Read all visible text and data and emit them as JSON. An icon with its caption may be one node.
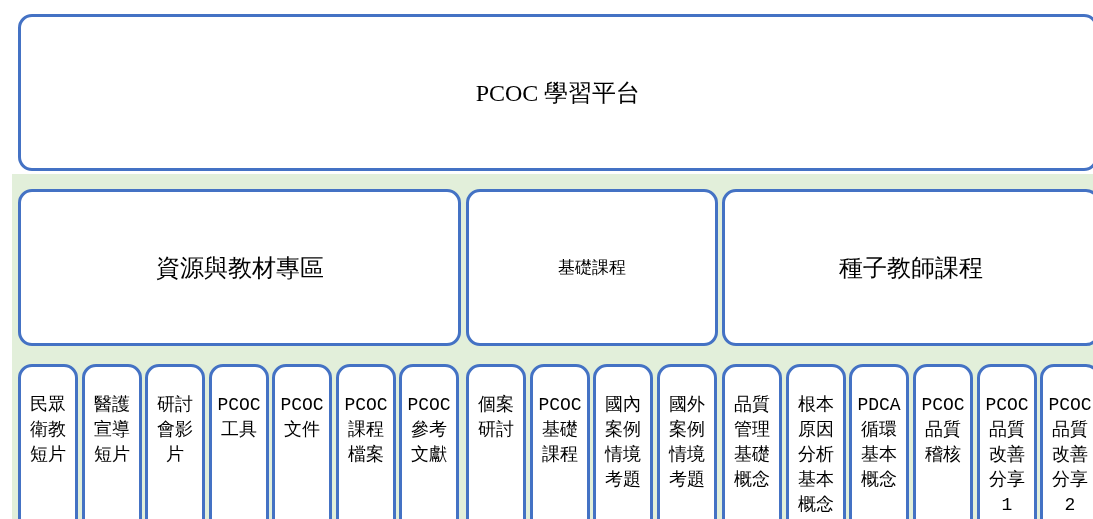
{
  "diagram": {
    "nodes": [
      {
        "text": [
          "PCOC 學習平台"
        ]
      },
      {
        "text": [
          "資源與教材專區"
        ]
      },
      {
        "text": [
          "基礎課程"
        ]
      },
      {
        "text": [
          "種子教師課程"
        ]
      },
      {
        "text": [
          "民眾衛教短片"
        ]
      },
      {
        "text": [
          "醫護宣導短片"
        ]
      },
      {
        "text": [
          "研討會影片"
        ]
      },
      {
        "text": [
          "PCOC工具"
        ]
      },
      {
        "text": [
          "PCOC文件"
        ]
      },
      {
        "text": [
          "PCOC課程檔案"
        ]
      },
      {
        "text": [
          "PCOC參考文獻"
        ]
      },
      {
        "text": [
          "個案研討"
        ]
      },
      {
        "text": [
          "PCOC基礎課程"
        ]
      },
      {
        "text": [
          "國內案例情境考題"
        ]
      },
      {
        "text": [
          "國外案例情境考題"
        ]
      },
      {
        "text": [
          "品質管理基礎概念"
        ]
      },
      {
        "text": [
          "根本原因分析基本概念"
        ]
      },
      {
        "text": [
          "PDCA循環基本概念"
        ]
      },
      {
        "text": [
          "PCOC品質稽核"
        ]
      },
      {
        "text": [
          "PCOC品質改善分享1"
        ]
      },
      {
        "text": [
          "PCOC品質改善分享2"
        ]
      }
    ]
  }
}
